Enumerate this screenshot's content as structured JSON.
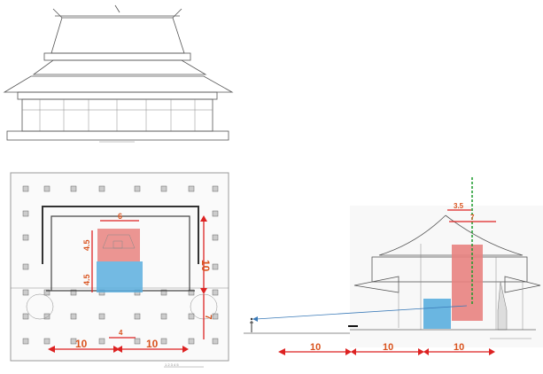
{
  "plan": {
    "dims": {
      "inner_width": "6",
      "red_depth": "4.5",
      "blue_depth": "4.5",
      "side_vertical": "10",
      "side_lower": "7",
      "center_gap": "4",
      "left_span": "10",
      "right_span": "10"
    },
    "scale_bar": "1 2 3 4 5"
  },
  "section": {
    "dims": {
      "ridge_offset": "3.5",
      "ridge_span": "7",
      "span_1": "10",
      "span_2": "10",
      "span_3": "10"
    }
  },
  "colors": {
    "red_zone": "#e8827f",
    "blue_zone": "#5aaede",
    "dimension": "#d22222",
    "axis": "#1a9a2a"
  }
}
